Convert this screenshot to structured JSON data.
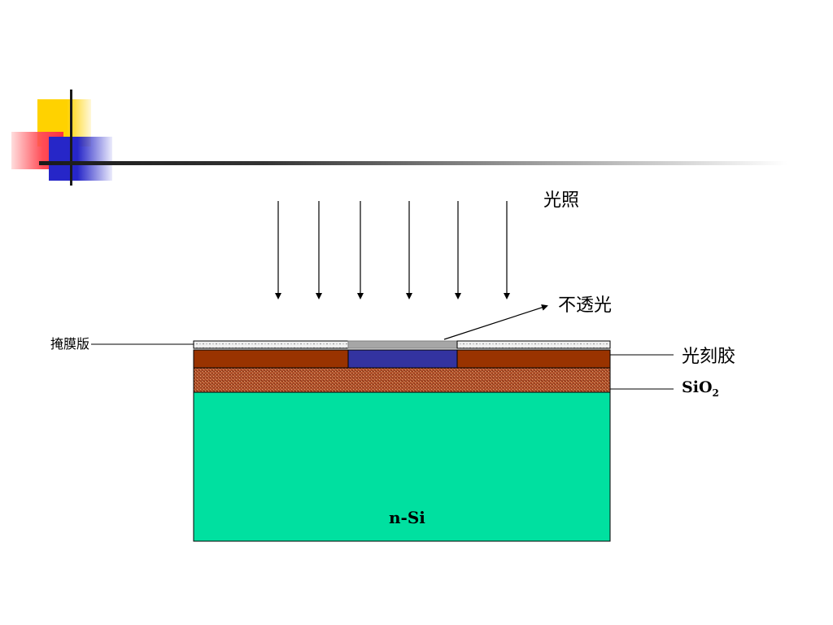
{
  "labels": {
    "light": "光照",
    "opaque": "不透光",
    "mask": "掩膜版",
    "photoresist": "光刻胶",
    "sio2_main": "SiO",
    "sio2_sub": "2",
    "substrate": "n-Si"
  },
  "colors": {
    "substrate": "#00e0a0",
    "oxide": "#b0502a",
    "photoresist": "#993300",
    "exposed_resist": "#3333a0",
    "mask_opaque": "#a6a6a6",
    "mask_transparent": "#f0f0f0"
  }
}
